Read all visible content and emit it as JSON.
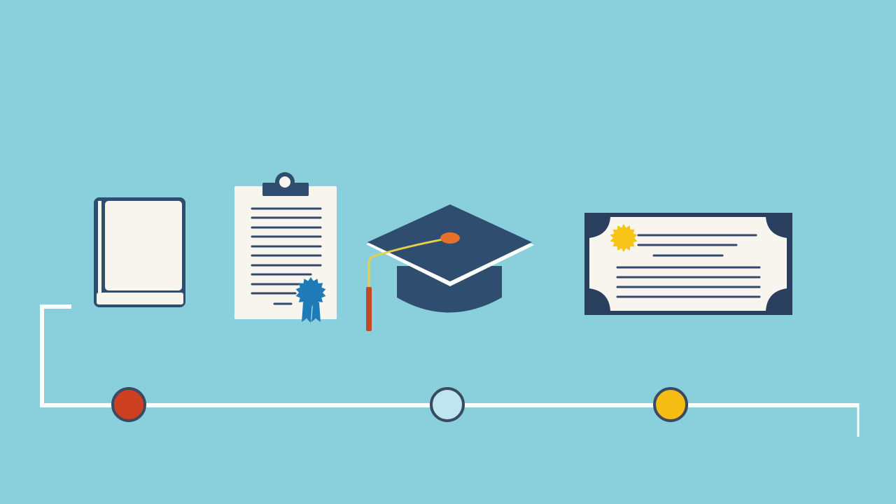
{
  "scene": {
    "background_color": "#8acfdc",
    "palette": {
      "navy": "#2f4d6e",
      "navy_dark": "#2a3f5e",
      "paper": "#f8f5ef",
      "white": "#ffffff",
      "line": "#34496b",
      "seal_blue": "#1f7ab8",
      "seal_yellow": "#f5c416",
      "tassel_cord": "#e6cf4a",
      "tassel_end": "#c2482a",
      "button_orange": "#e5712a"
    },
    "icons": [
      {
        "name": "book-icon"
      },
      {
        "name": "clipboard-certificate-icon"
      },
      {
        "name": "graduation-cap-icon"
      },
      {
        "name": "diploma-icon"
      }
    ],
    "timeline": {
      "line_color": "#ffffff",
      "nodes": [
        {
          "name": "timeline-node-1",
          "color": "#cc4021"
        },
        {
          "name": "timeline-node-2",
          "color": "#bfe6ee"
        },
        {
          "name": "timeline-node-3",
          "color": "#f5bd14"
        }
      ],
      "node_outline": "#3a4a63"
    }
  }
}
